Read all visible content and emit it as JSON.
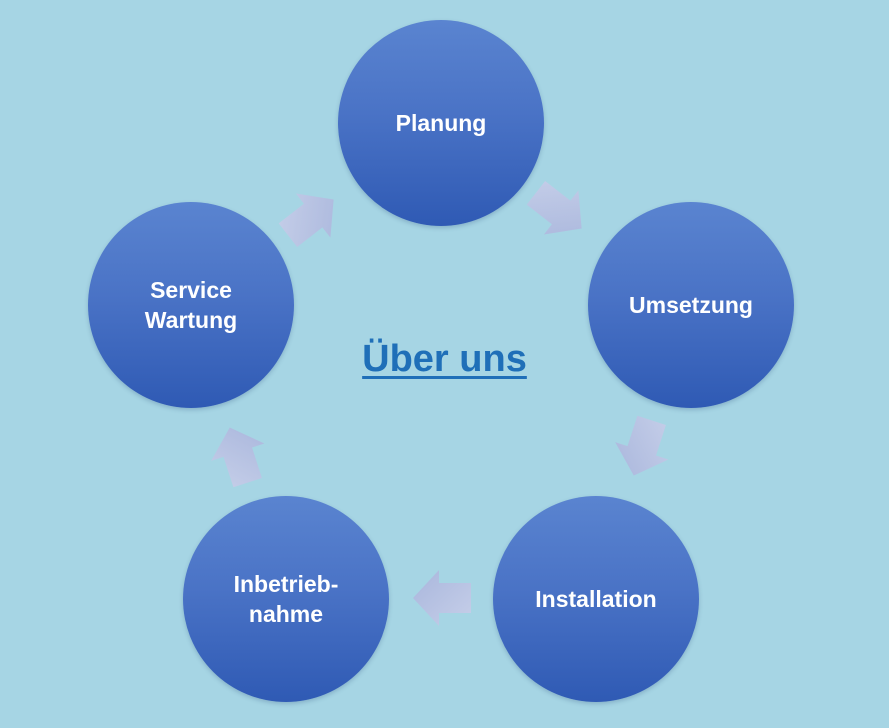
{
  "center": {
    "title": "Über uns"
  },
  "nodes": [
    {
      "id": "planung",
      "label": "Planung"
    },
    {
      "id": "umsetzung",
      "label": "Umsetzung"
    },
    {
      "id": "installation",
      "label": "Installation"
    },
    {
      "id": "inbetriebnahme",
      "label": "Inbetrieb-\nnahme"
    },
    {
      "id": "service",
      "label": "Service\nWartung"
    }
  ],
  "colors": {
    "background": "#a6d5e4",
    "node": "#4a73c6",
    "arrow": "#b4c0e0",
    "link": "#1f6fb8"
  }
}
